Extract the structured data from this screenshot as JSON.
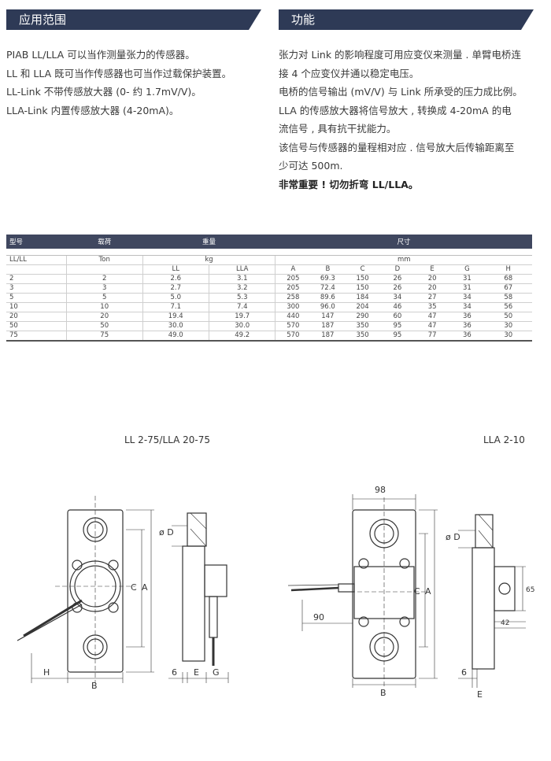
{
  "left_section": {
    "title": "应用范围",
    "lines": [
      "PIAB LL/LLA 可以当作测量张力的传感器。",
      "LL 和 LLA 既可当作传感器也可当作过载保护装置。",
      "LL-Link 不带传感放大器 (0- 约 1.7mV/V)。",
      "LLA-Link 内置传感放大器 (4-20mA)。"
    ]
  },
  "right_section": {
    "title": "功能",
    "lines": [
      "张力对 Link 的影响程度可用应变仪来测量 . 单臂电桥连",
      "接 4 个应变仪并通以稳定电压。",
      "电桥的信号输出 (mV/V) 与 Link 所承受的压力成比例。",
      "LLA 的传感放大器将信号放大 , 转换成 4-20mA 的电",
      "流信号 , 具有抗干扰能力。",
      "该信号与传感器的量程相对应 . 信号放大后传输距离至",
      "少可达 500m."
    ],
    "bold_line": "非常重要 ! 切勿折弯 LL/LLA。"
  },
  "table": {
    "headers": [
      "型号",
      "载荷",
      "重量",
      "尺寸"
    ],
    "units": [
      "LL/LL",
      "Ton",
      "kg",
      "mm"
    ],
    "subheaders": [
      "LL",
      "LLA",
      "A",
      "B",
      "C",
      "D",
      "E",
      "G",
      "H"
    ],
    "rows": [
      [
        "2",
        "2",
        "2.6",
        "3.1",
        "205",
        "69.3",
        "150",
        "26",
        "20",
        "31",
        "68"
      ],
      [
        "3",
        "3",
        "2.7",
        "3.2",
        "205",
        "72.4",
        "150",
        "26",
        "20",
        "31",
        "67"
      ],
      [
        "5",
        "5",
        "5.0",
        "5.3",
        "258",
        "89.6",
        "184",
        "34",
        "27",
        "34",
        "58"
      ],
      [
        "10",
        "10",
        "7.1",
        "7.4",
        "300",
        "96.0",
        "204",
        "46",
        "35",
        "34",
        "56"
      ],
      [
        "20",
        "20",
        "19.4",
        "19.7",
        "440",
        "147",
        "290",
        "60",
        "47",
        "36",
        "50"
      ],
      [
        "50",
        "50",
        "30.0",
        "30.0",
        "570",
        "187",
        "350",
        "95",
        "47",
        "36",
        "30"
      ],
      [
        "75",
        "75",
        "49.0",
        "49.2",
        "570",
        "187",
        "350",
        "95",
        "77",
        "36",
        "30"
      ]
    ]
  },
  "drawings": {
    "left_caption": "LL  2-75/LLA 20-75",
    "right_caption": "LLA 2-10",
    "left_labels": {
      "d": "ø D",
      "c": "C",
      "a": "A",
      "h": "H",
      "b": "B",
      "six": "6",
      "e": "E",
      "g": "G"
    },
    "right_labels": {
      "width": "98",
      "d": "ø D",
      "c": "C",
      "a": "A",
      "cable": "90",
      "b": "B",
      "six": "6",
      "e": "E",
      "w65": "65",
      "w42": "42"
    }
  }
}
